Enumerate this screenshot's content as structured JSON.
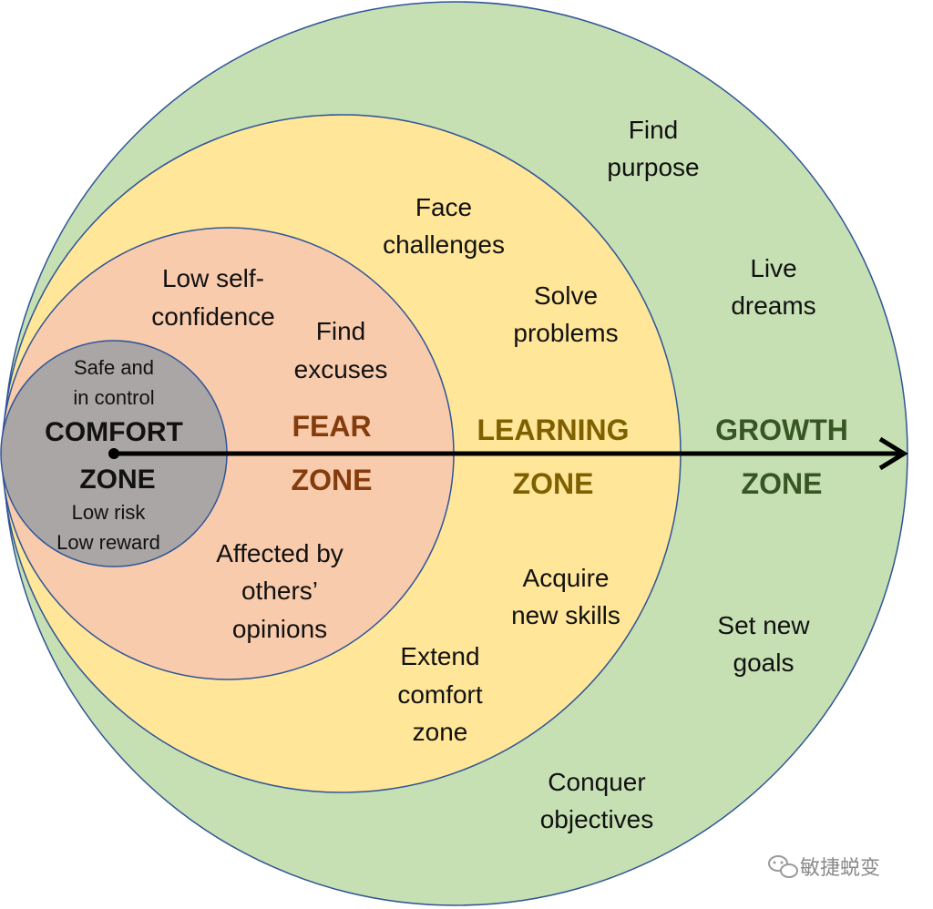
{
  "colors": {
    "growth_fill": "#c6e0b4",
    "learning_fill": "#ffe699",
    "fear_fill": "#f8cbad",
    "comfort_fill": "#aba6a6",
    "circle_stroke": "#2f5597",
    "arrow": "#000000",
    "growth_label": "#375623",
    "learning_label": "#7f6000",
    "fear_label": "#843c0c",
    "comfort_label": "#111111"
  },
  "zones": {
    "growth": {
      "label_line1": "GROWTH",
      "label_line2": "ZONE",
      "items": [
        [
          "Find",
          "purpose"
        ],
        [
          "Live",
          "dreams"
        ],
        [
          "Set new",
          "goals"
        ],
        [
          "Conquer",
          "objectives"
        ]
      ]
    },
    "learning": {
      "label_line1": "LEARNING",
      "label_line2": "ZONE",
      "items": [
        [
          "Face",
          "challenges"
        ],
        [
          "Solve",
          "problems"
        ],
        [
          "Acquire",
          "new skills"
        ],
        [
          "Extend",
          "comfort",
          "zone"
        ]
      ]
    },
    "fear": {
      "label_line1": "FEAR",
      "label_line2": "ZONE",
      "items": [
        [
          "Low self-",
          "confidence"
        ],
        [
          "Find",
          "excuses"
        ],
        [
          "Affected by",
          "others’",
          "opinions"
        ]
      ]
    },
    "comfort": {
      "label_line1": "COMFORT",
      "label_line2": "ZONE",
      "top_lines": [
        "Safe and",
        "in control"
      ],
      "bottom_lines": [
        "Low risk",
        "Low reward"
      ]
    }
  },
  "watermark": {
    "icon": "wechat-icon",
    "text": "敏捷蜕变"
  }
}
